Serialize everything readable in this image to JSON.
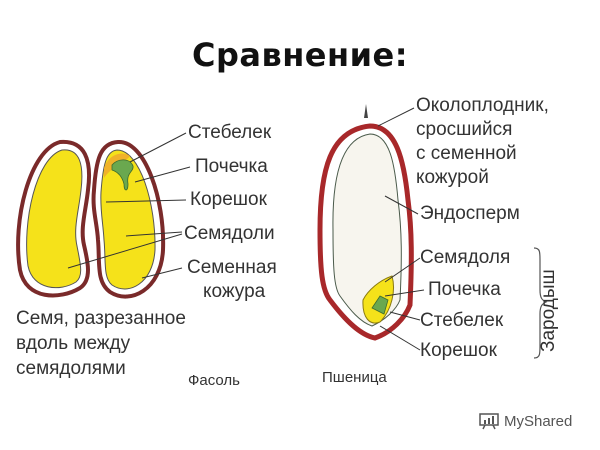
{
  "title": "Сравнение:",
  "bean": {
    "labels": {
      "stem": "Стебелек",
      "bud": "Почечка",
      "root": "Корешок",
      "cotyledons": "Семядоли",
      "seed_coat_1": "Семенная",
      "seed_coat_2": "кожура"
    },
    "caption_lines": [
      "Семя, разрезанное",
      "вдоль между",
      "семядолями"
    ],
    "name": "Фасоль"
  },
  "wheat": {
    "labels": {
      "pericarp_1": "Околоплодник,",
      "pericarp_2": "сросшийся",
      "pericarp_3": "с семенной",
      "pericarp_4": "кожурой",
      "endosperm": "Эндосперм",
      "cotyledon": "Семядоля",
      "bud": "Почечка",
      "stem": "Стебелек",
      "root": "Корешок"
    },
    "embryo_bracket": "Зародыш",
    "name": "Пшеница"
  },
  "watermark": {
    "text": "MyShared",
    "icon": "presentation-board-icon"
  },
  "colors": {
    "cotyledon_yellow": "#f5e21a",
    "seed_coat_red": "#a8282a",
    "embryo_green": "#6aa84f",
    "endosperm": "#f7f5ee",
    "text": "#333333"
  }
}
